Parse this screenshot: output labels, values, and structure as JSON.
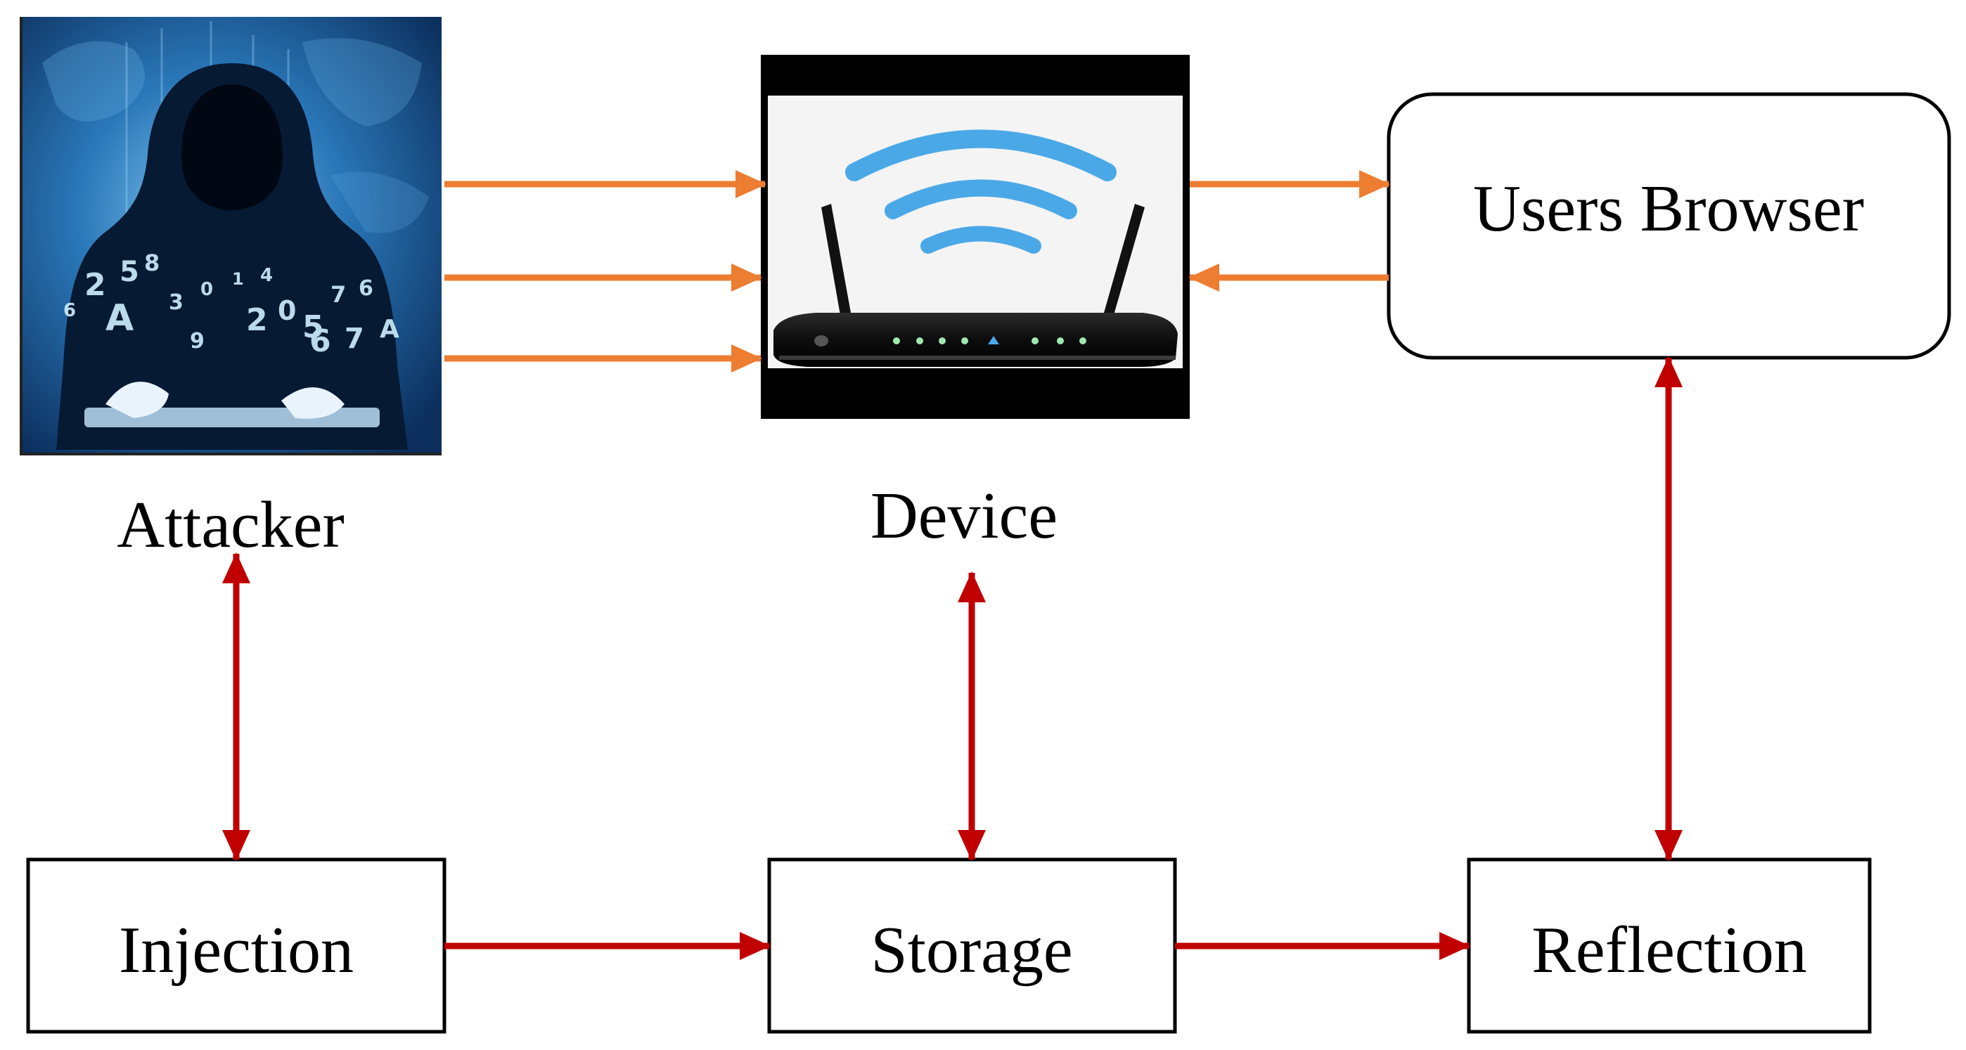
{
  "nodes": {
    "attacker": {
      "label": "Attacker",
      "image": "hooded-hacker-at-keyboard"
    },
    "device": {
      "label": "Device",
      "image": "wifi-router"
    },
    "users_browser": {
      "label": "Users Browser"
    },
    "injection": {
      "label": "Injection"
    },
    "storage": {
      "label": "Storage"
    },
    "reflection": {
      "label": "Reflection"
    }
  },
  "connections": [
    {
      "from": "attacker",
      "to": "device",
      "style": "orange",
      "count": 3
    },
    {
      "from": "device",
      "to": "users_browser",
      "style": "orange"
    },
    {
      "from": "users_browser",
      "to": "device",
      "style": "orange"
    },
    {
      "from": "attacker",
      "to": "injection",
      "style": "red",
      "bidirectional": true
    },
    {
      "from": "device",
      "to": "storage",
      "style": "red",
      "bidirectional": true
    },
    {
      "from": "users_browser",
      "to": "reflection",
      "style": "red",
      "bidirectional": true
    },
    {
      "from": "injection",
      "to": "storage",
      "style": "red"
    },
    {
      "from": "storage",
      "to": "reflection",
      "style": "red"
    }
  ],
  "colors": {
    "orange_arrow": "#ED7D31",
    "red_arrow": "#C00000",
    "box_border": "#000000",
    "text": "#000000"
  }
}
